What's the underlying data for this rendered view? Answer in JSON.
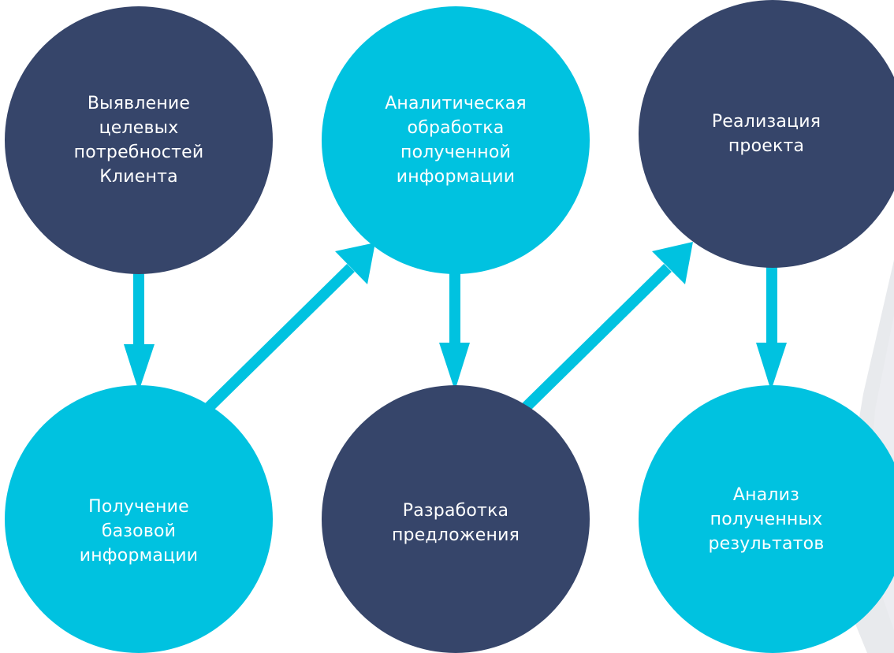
{
  "colors": {
    "dark_circle": "#36456A",
    "cyan_circle": "#00C2E0",
    "arrow": "#00C2E0",
    "background": "#FFFFFF"
  },
  "steps": [
    {
      "id": "step-1",
      "label": "Выявление\nцелевых\nпотребностей\nКлиента"
    },
    {
      "id": "step-2",
      "label": "Получение\nбазовой\nинформации"
    },
    {
      "id": "step-3",
      "label": "Аналитическая\nобработка\nполученной\nинформации"
    },
    {
      "id": "step-4",
      "label": "Разработка\nпредложения"
    },
    {
      "id": "step-5",
      "label": "Реализация\nпроекта"
    },
    {
      "id": "step-6",
      "label": "Анализ\nполученных\nрезультатов"
    }
  ],
  "flow": [
    {
      "from": "step-1",
      "to": "step-2"
    },
    {
      "from": "step-2",
      "to": "step-3"
    },
    {
      "from": "step-3",
      "to": "step-4"
    },
    {
      "from": "step-4",
      "to": "step-5"
    },
    {
      "from": "step-5",
      "to": "step-6"
    }
  ]
}
